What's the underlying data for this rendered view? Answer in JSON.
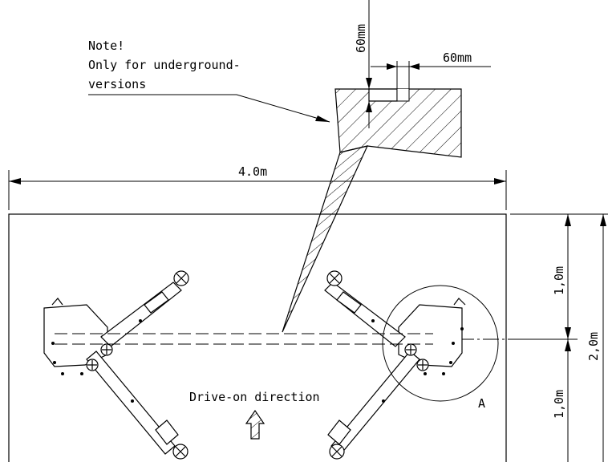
{
  "note": {
    "line1": "Note!",
    "line2": "Only for underground-",
    "line3": "versions"
  },
  "dimensions": {
    "detail_depth": "60mm",
    "detail_width": "60mm",
    "overall_length": "4.0m",
    "half_width_upper": "1,0m",
    "half_width_lower": "1,0m",
    "overall_width": "2,0m"
  },
  "labels": {
    "drive_direction": "Drive-on direction",
    "detail_marker": "A"
  },
  "icons": {
    "direction_arrow": "hatched-up-arrow-icon"
  }
}
